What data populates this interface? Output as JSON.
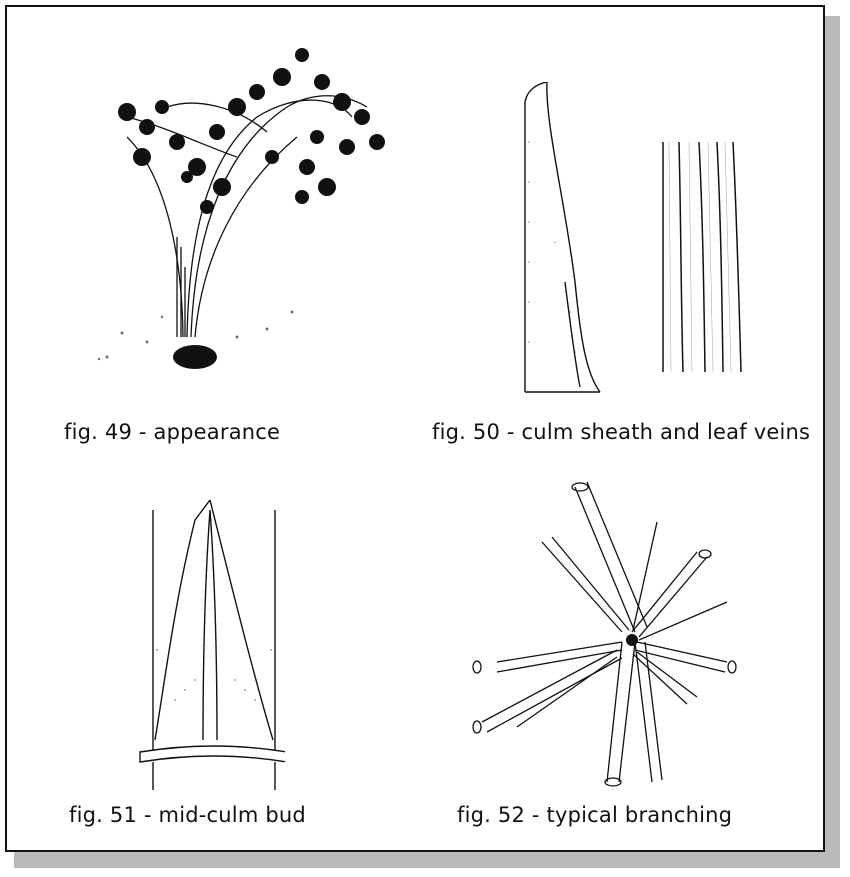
{
  "plate": {
    "figures": [
      {
        "id": "fig49",
        "caption": "fig. 49 - appearance"
      },
      {
        "id": "fig50",
        "caption": "fig. 50 - culm sheath and leaf veins"
      },
      {
        "id": "fig51",
        "caption": "fig. 51 - mid-culm bud"
      },
      {
        "id": "fig52",
        "caption": "fig. 52 - typical branching"
      }
    ]
  },
  "colors": {
    "ink": "#111111",
    "shadow": "#b9b9b9",
    "paper": "#ffffff"
  }
}
